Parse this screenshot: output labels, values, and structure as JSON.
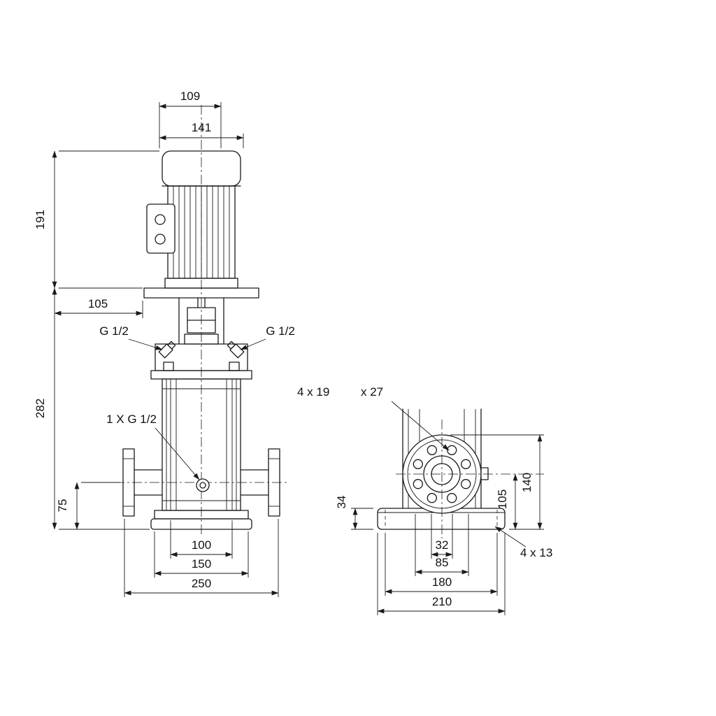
{
  "diagram": {
    "kind": "technical-dimensional-drawing",
    "subject": "vertical multistage centrifugal pump, front elevation and side base/flange view",
    "colors": {
      "line": "#1a1a1a",
      "background": "#ffffff"
    },
    "front_view": {
      "dim_109": "109",
      "dim_141": "141",
      "dim_191": "191",
      "dim_105": "105",
      "dim_282": "282",
      "port_left": "G 1/2",
      "port_right": "G 1/2",
      "drain_port": "1 X G 1/2",
      "dim_75": "75",
      "dim_100": "100",
      "dim_150": "150",
      "dim_250": "250"
    },
    "side_view": {
      "flange_holes": "4 x 19",
      "flange_counterbore": "x 27",
      "dim_34": "34",
      "dim_105": "105",
      "dim_140": "140",
      "dim_32": "32",
      "dim_85": "85",
      "dim_180": "180",
      "dim_210": "210",
      "base_holes": "4 x 13"
    }
  }
}
